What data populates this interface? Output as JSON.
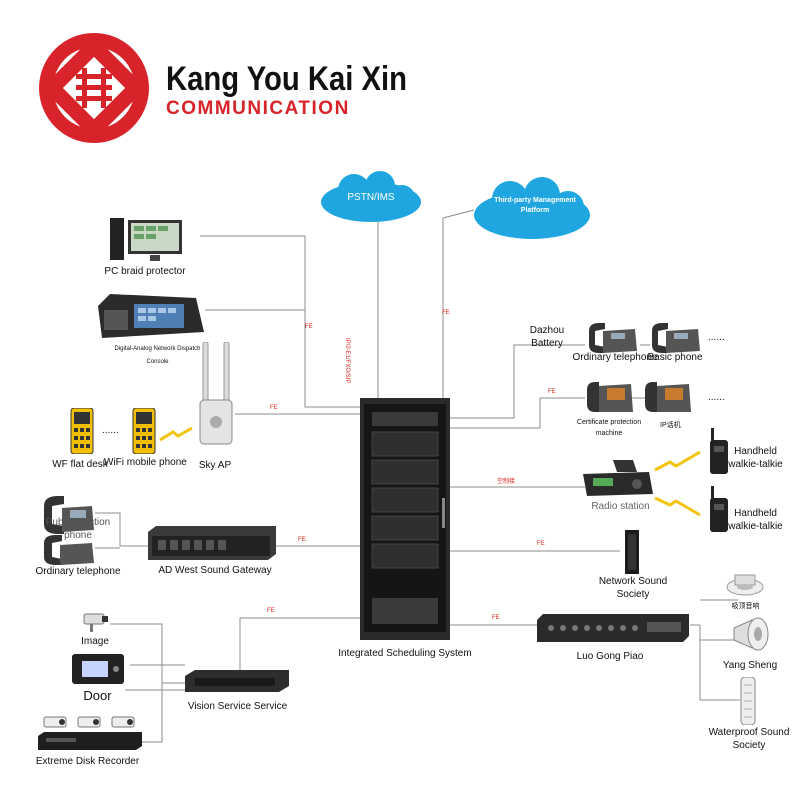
{
  "brand": {
    "name": "Kang You Kai Xin",
    "tagline": "COMMUNICATION"
  },
  "clouds": {
    "pstn": "PSTN/IMS",
    "third_party": "Third-party Management Platform"
  },
  "center": {
    "label": "Integrated Scheduling System"
  },
  "left_devices": {
    "pc": "PC braid protector",
    "console": "Digital-Analog Network Dispatch Console",
    "wf_desk": "WF flat desk",
    "wifi_phone": "WiFi mobile phone",
    "sky_ap": "Sky AP",
    "public_phone": "Public election phone",
    "ordinary_phone_left": "Ordinary telephone",
    "gateway": "AD West Sound Gateway",
    "image": "Image",
    "door": "Door",
    "recorder": "Extreme Disk Recorder",
    "vision": "Vision Service Service",
    "dots": "......"
  },
  "right_devices": {
    "dazhou": "Dazhou Battery",
    "ordinary_phone": "Ordinary telephone",
    "basic_phone": "Basic phone",
    "cert_machine": "Certificate protection machine",
    "ip_phone": "IP话机",
    "radio": "Radio station",
    "walkie1": "Handheld walkie-talkie",
    "walkie2": "Handheld walkie-talkie",
    "network_sound": "Network Sound Society",
    "luo_gong": "Luo Gong Piao",
    "ceiling_speaker": "吸顶音响",
    "yang_sheng": "Yang Sheng",
    "waterproof": "Waterproof Sound Society",
    "dots": "......"
  },
  "links": {
    "fe": "FE",
    "e1": "IP/2-E1/FXO/SIP",
    "radio_link": "空制接"
  },
  "colors": {
    "logo_red": "#d8232a",
    "cloud_blue": "#1fa6e0",
    "line_gray": "#8c8c8c",
    "label_red": "#e0241b",
    "wave_yellow": "#f2c40f"
  }
}
